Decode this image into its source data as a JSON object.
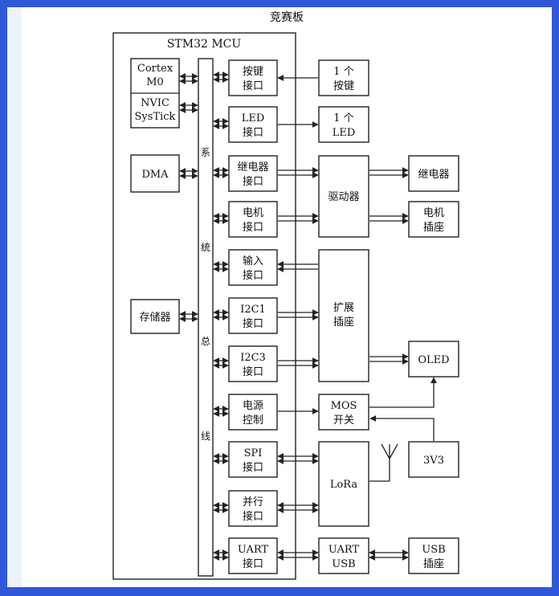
{
  "board_title": "竞赛板",
  "mcu": {
    "title": "STM32 MCU",
    "cortex": [
      "Cortex",
      "M0"
    ],
    "nvic": [
      "NVIC",
      "SysTick"
    ],
    "dma": "DMA",
    "storage": "存储器",
    "bus": [
      "系",
      "统",
      "总",
      "线"
    ]
  },
  "interfaces": [
    {
      "id": "key",
      "lines": [
        "按键",
        "接口"
      ]
    },
    {
      "id": "led",
      "lines": [
        "LED",
        "接口"
      ]
    },
    {
      "id": "relay",
      "lines": [
        "继电器",
        "接口"
      ]
    },
    {
      "id": "motor",
      "lines": [
        "电机",
        "接口"
      ]
    },
    {
      "id": "input",
      "lines": [
        "输入",
        "接口"
      ]
    },
    {
      "id": "i2c1",
      "lines": [
        "I2C1",
        "接口"
      ]
    },
    {
      "id": "i2c3",
      "lines": [
        "I2C3",
        "接口"
      ]
    },
    {
      "id": "power",
      "lines": [
        "电源",
        "控制"
      ]
    },
    {
      "id": "spi",
      "lines": [
        "SPI",
        "接口"
      ]
    },
    {
      "id": "parallel",
      "lines": [
        "并行",
        "接口"
      ]
    },
    {
      "id": "uart",
      "lines": [
        "UART",
        "接口"
      ]
    }
  ],
  "peripherals": {
    "key": [
      "1 个",
      "按键"
    ],
    "led": [
      "1 个",
      "LED"
    ],
    "driver": "驱动器",
    "expansion": [
      "扩展",
      "插座"
    ],
    "mos": [
      "MOS",
      "开关"
    ],
    "lora": "LoRa",
    "uart_usb": [
      "UART",
      "USB"
    ],
    "relay": "继电器",
    "motor_socket": [
      "电机",
      "插座"
    ],
    "oled": "OLED",
    "v33": "3V3",
    "usb_socket": [
      "USB",
      "插座"
    ]
  }
}
